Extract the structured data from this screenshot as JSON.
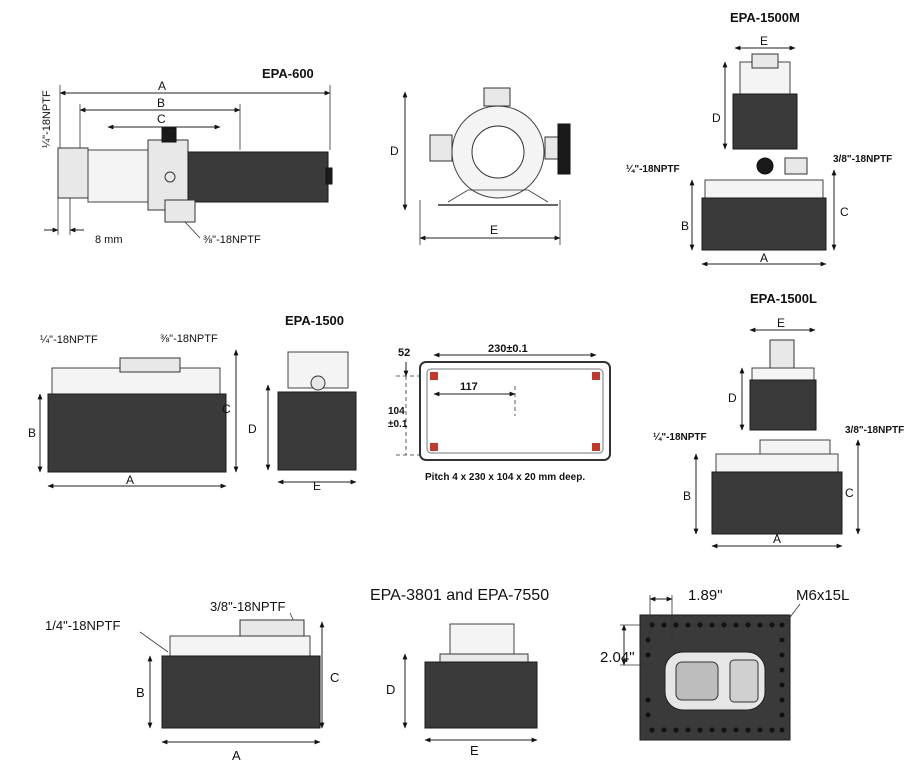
{
  "titles": {
    "epa600": "EPA-600",
    "epa1500m": "EPA-1500M",
    "epa1500": "EPA-1500",
    "epa1500l": "EPA-1500L",
    "epa3801": "EPA-3801 and EPA-7550"
  },
  "dims": {
    "A": "A",
    "B": "B",
    "C": "C",
    "D": "D",
    "E": "E"
  },
  "ports": {
    "quarter_npft_vertical": "¼\"-18NPTF",
    "three_eighth_fraction": "⅜\"-18NPTF",
    "quarter_fraction": "¼\"-18NPTF",
    "quarter_decimal": "1/4\"-18NPTF",
    "three_eighth_decimal": "3/8\"-18NPTF"
  },
  "epa600": {
    "offset": "8 mm"
  },
  "mounting": {
    "top_offset": "52",
    "width": "230±0.1",
    "inner": "117",
    "height": "104",
    "height_tol": "±0.1",
    "note": "Pitch 4 x 230 x 104 x 20 mm deep."
  },
  "base": {
    "dim1": "1.89\"",
    "dim2": "2.04\"",
    "bolt": "M6x15L"
  }
}
